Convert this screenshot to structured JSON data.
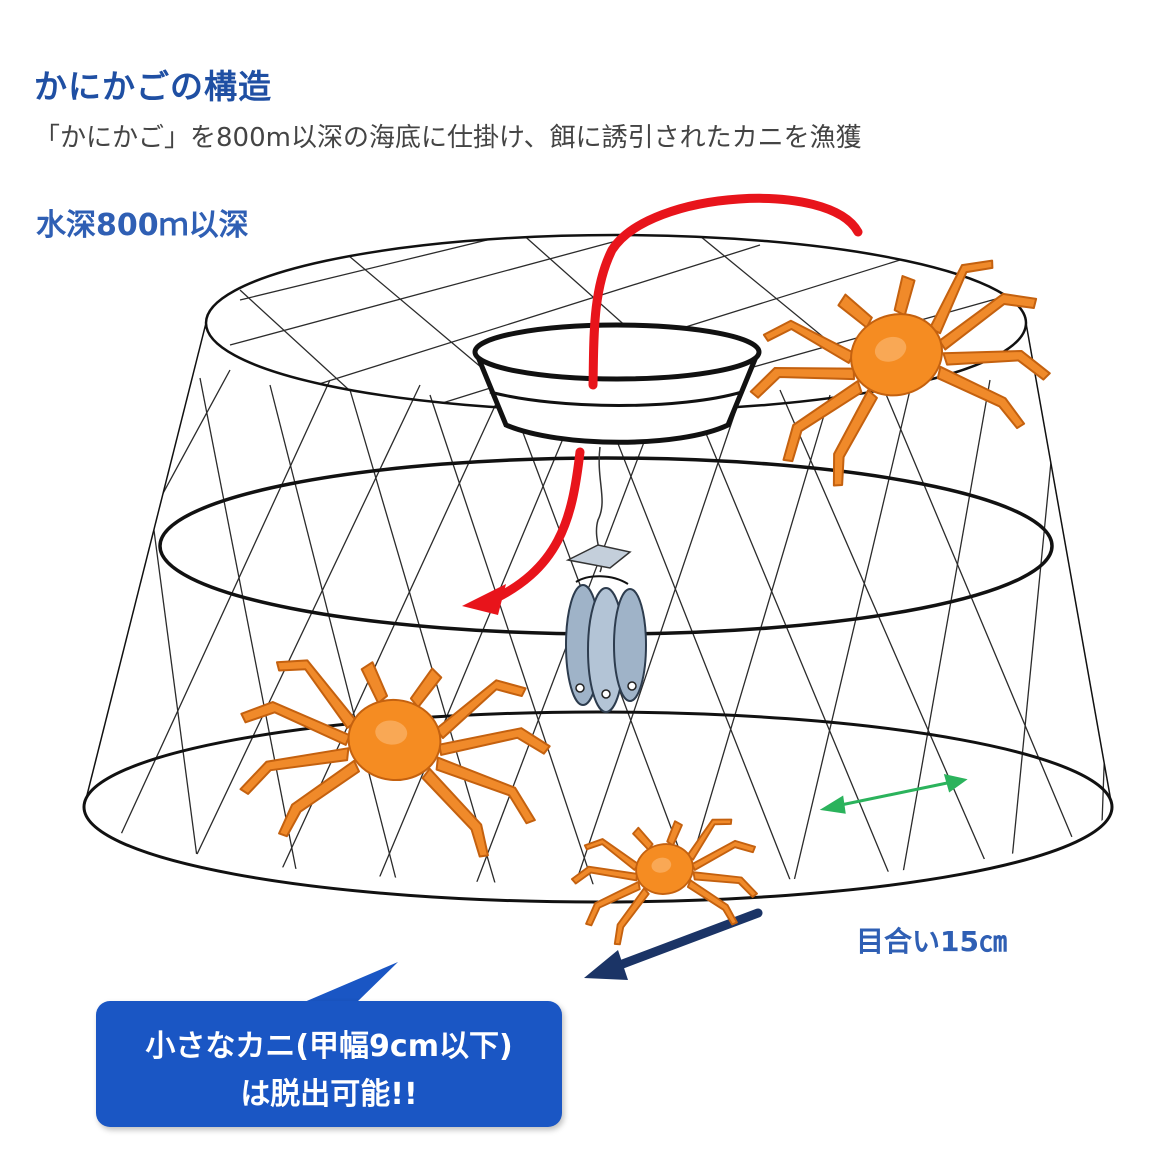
{
  "header": {
    "title": "かにかごの構造",
    "subtitle": "「かにかご」を800m以深の海底に仕掛け、餌に誘引されたカニを漁獲"
  },
  "diagram": {
    "depth_label": "水深800ｍ以深",
    "mesh_label": "目合い15㎝",
    "callout_line1": "小さなカニ(甲幅9cm以下)",
    "callout_line2": "は脱出可能!!"
  },
  "colors": {
    "title": "#1f4fa3",
    "label": "#2f5fb4",
    "callout_bg": "#1a56c4",
    "entry_arrow": "#e8141b",
    "exit_arrow": "#1b3466",
    "mesh_arrow": "#2bb35c",
    "crab": "#f08a2a",
    "bait_fish": "#9fb3c8"
  },
  "icons": {
    "crabs": [
      "crab-icon",
      "crab-icon",
      "crab-icon"
    ],
    "bait": "bait-fish-icon"
  }
}
